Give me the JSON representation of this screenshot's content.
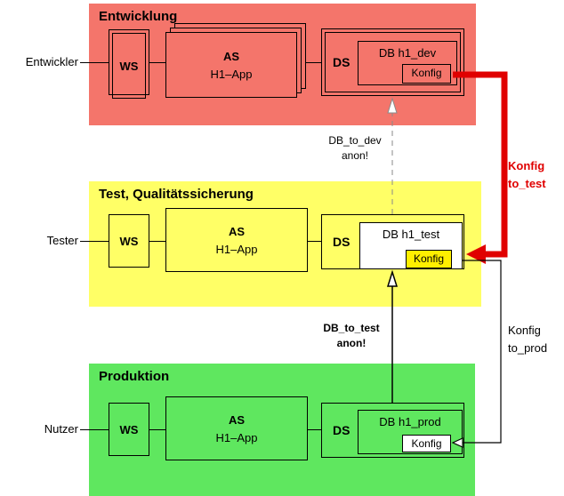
{
  "colors": {
    "dev_band": "#f4756b",
    "test_band": "#ffff66",
    "prod_band": "#5fe75f",
    "test_konfig_highlight": "#ffef00",
    "red_arrow": "#e00000"
  },
  "bands": {
    "dev": {
      "title": "Entwicklung",
      "actor": "Entwickler",
      "ws": "WS",
      "as": "AS",
      "app": "H1–App",
      "ds": "DS",
      "db": "DB h1_dev",
      "konfig": "Konfig"
    },
    "test": {
      "title": "Test, Qualitätssicherung",
      "actor": "Tester",
      "ws": "WS",
      "as": "AS",
      "app": "H1–App",
      "ds": "DS",
      "db": "DB h1_test",
      "konfig": "Konfig"
    },
    "prod": {
      "title": "Produktion",
      "actor": "Nutzer",
      "ws": "WS",
      "as": "AS",
      "app": "H1–App",
      "ds": "DS",
      "db": "DB h1_prod",
      "konfig": "Konfig"
    }
  },
  "arrows": {
    "db_to_dev": {
      "line1": "DB_to_dev",
      "line2": "anon!"
    },
    "db_to_test": {
      "line1": "DB_to_test",
      "line2": "anon!"
    },
    "konfig_to_test": {
      "line1": "Konfig",
      "line2": "to_test"
    },
    "konfig_to_prod": {
      "line1": "Konfig",
      "line2": "to_prod"
    }
  }
}
